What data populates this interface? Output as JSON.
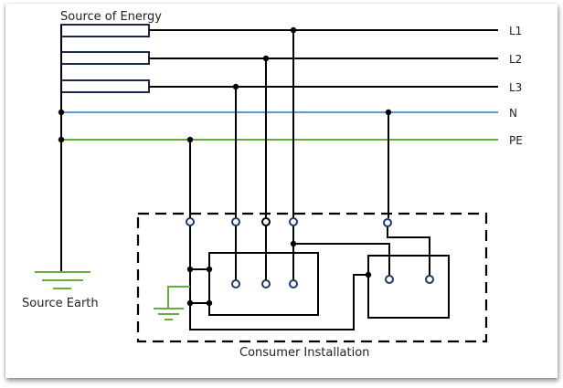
{
  "diagram": {
    "title": "TN-S Earthing System",
    "labels": {
      "source": "Source of Energy",
      "source_earth": "Source Earth",
      "consumer": "Consumer Installation"
    },
    "conductors": [
      {
        "id": "L1",
        "label": "L1",
        "color": "#000000"
      },
      {
        "id": "L2",
        "label": "L2",
        "color": "#000000"
      },
      {
        "id": "L3",
        "label": "L3",
        "color": "#000000"
      },
      {
        "id": "N",
        "label": "N",
        "color": "#5b9bd5"
      },
      {
        "id": "PE",
        "label": "PE",
        "color": "#6aac3c"
      }
    ],
    "colors": {
      "wire": "#000000",
      "neutral": "#5b9bd5",
      "earth": "#6aac3c",
      "winding_outline": "#1b2a4a",
      "terminal": "#1b3a6b"
    },
    "equipment": [
      {
        "id": "three-phase-load",
        "connections": [
          "L1",
          "L2",
          "L3",
          "PE"
        ]
      },
      {
        "id": "single-phase-load",
        "connections": [
          "L1",
          "N",
          "PE"
        ]
      }
    ]
  }
}
